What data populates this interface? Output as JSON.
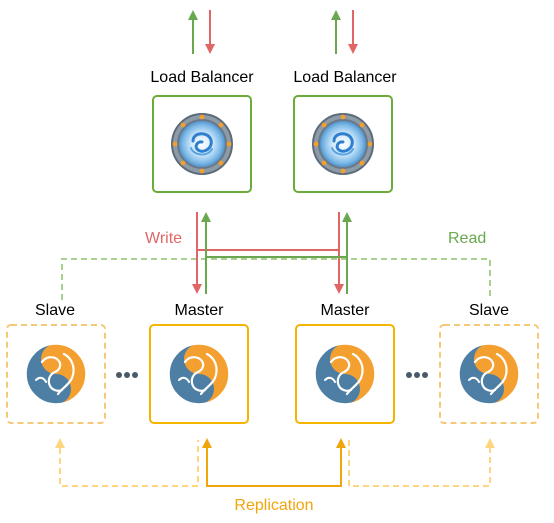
{
  "colors": {
    "write": "#e06666",
    "read": "#6aa84f",
    "replication": "#f0a50c",
    "replication_dashed": "#ffd580",
    "read_dashed": "#a9d08e",
    "box_green": "#6aab3a",
    "box_orange": "#f4b400",
    "box_orange_dashed": "#f6c978",
    "db_blue": "#4d7fa5",
    "db_orange": "#f4a030",
    "ellipsis": "#4a5a6a"
  },
  "load_balancers": [
    {
      "label": "Load Balancer",
      "icon": "load-balancer-portal-icon"
    },
    {
      "label": "Load Balancer",
      "icon": "load-balancer-portal-icon"
    }
  ],
  "flows": {
    "write_label": "Write",
    "read_label": "Read",
    "replication_label": "Replication"
  },
  "databases": [
    {
      "label": "Slave",
      "role": "slave",
      "icon": "mysql-dolphin-icon"
    },
    {
      "label": "Master",
      "role": "master",
      "icon": "mysql-dolphin-icon"
    },
    {
      "label": "Master",
      "role": "master",
      "icon": "mysql-dolphin-icon"
    },
    {
      "label": "Slave",
      "role": "slave",
      "icon": "mysql-dolphin-icon"
    }
  ],
  "ellipsis": "•••"
}
